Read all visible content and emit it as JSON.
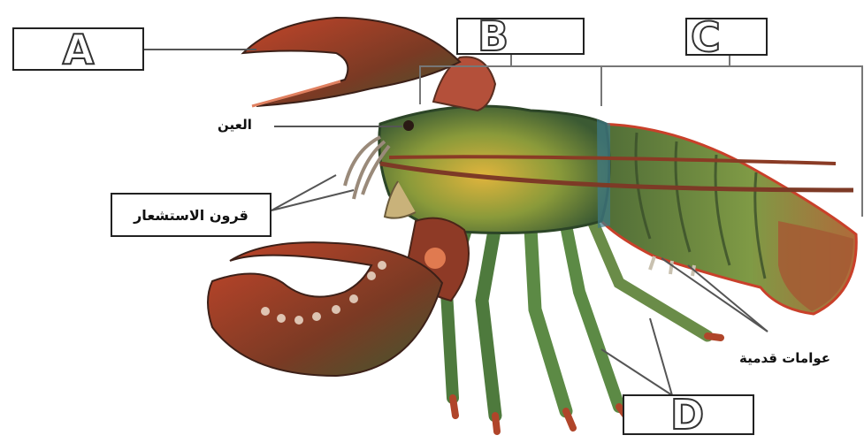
{
  "labels": {
    "A": "A",
    "B": "B",
    "C": "C",
    "D": "D"
  },
  "annotations": {
    "eye": "العين",
    "antennae": "قرون الاستشعار",
    "swimmerets": "عوامات قدمية"
  },
  "colors": {
    "shell_red": "#b8321e",
    "shell_green": "#3f6b3a",
    "underside_yellow": "#d9b23a",
    "leader_line": "#555555"
  }
}
